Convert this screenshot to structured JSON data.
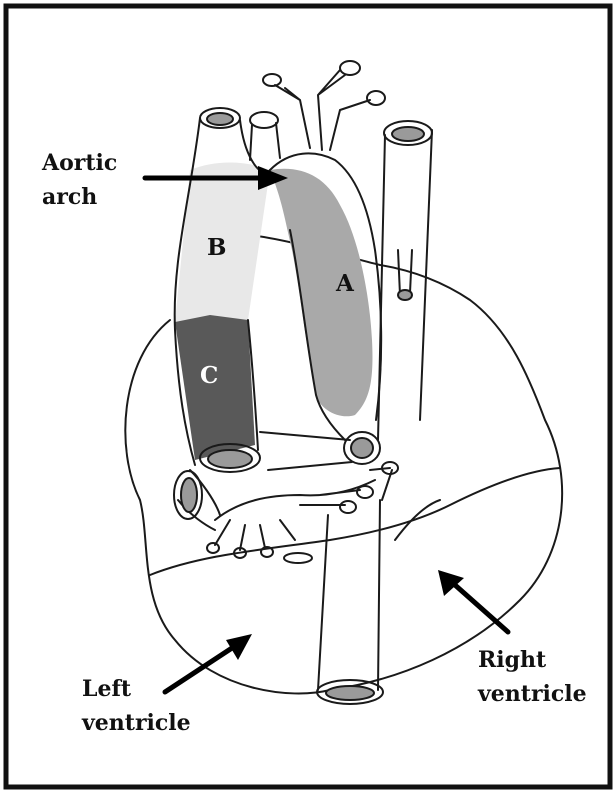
{
  "labels": {
    "aortic_arch_line1": "Aortic",
    "aortic_arch_line2": "arch",
    "left_ventricle_line1": "Left",
    "left_ventricle_line2": "ventricle",
    "right_ventricle_line1": "Right",
    "right_ventricle_line2": "ventricle"
  },
  "segments": {
    "a": "A",
    "b": "B",
    "c": "C"
  },
  "colors": {
    "segment_a_fill": "#a9a9a9",
    "segment_b_fill": "#e8e8e8",
    "segment_c_fill": "#595959",
    "outline": "#1a1a1a",
    "lumen": "#9a9a9a"
  }
}
